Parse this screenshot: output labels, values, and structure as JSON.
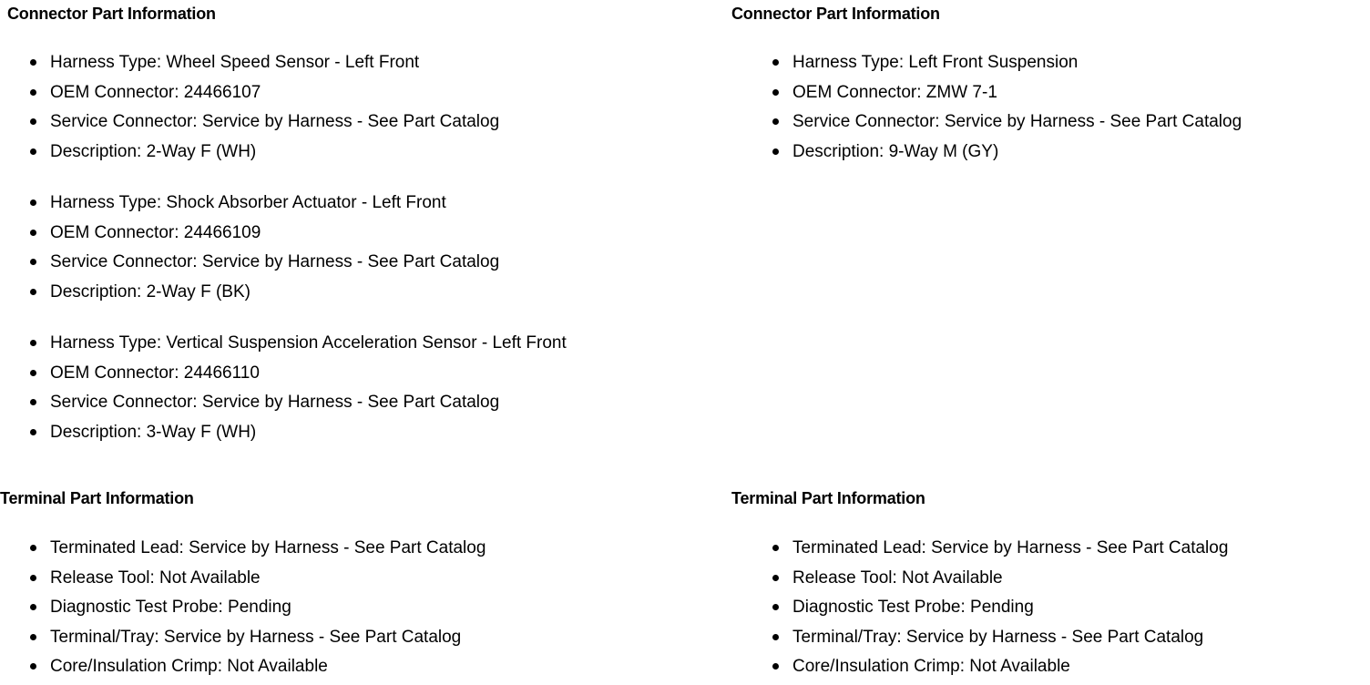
{
  "columns": [
    {
      "id": "left",
      "connector_section": {
        "heading": "Connector Part Information",
        "groups": [
          {
            "items": [
              "Harness Type: Wheel Speed Sensor - Left Front",
              "OEM Connector: 24466107",
              "Service Connector: Service by Harness - See Part Catalog",
              "Description: 2-Way F (WH)"
            ]
          },
          {
            "items": [
              "Harness Type: Shock Absorber Actuator - Left Front",
              "OEM Connector: 24466109",
              "Service Connector: Service by Harness - See Part Catalog",
              "Description: 2-Way F (BK)"
            ]
          },
          {
            "items": [
              "Harness Type: Vertical Suspension Acceleration Sensor - Left Front",
              "OEM Connector: 24466110",
              "Service Connector: Service by Harness - See Part Catalog",
              "Description: 3-Way F (WH)"
            ]
          }
        ]
      },
      "terminal_section": {
        "heading": "Terminal Part Information",
        "groups": [
          {
            "items": [
              "Terminated Lead: Service by Harness - See Part Catalog",
              "Release Tool: Not Available",
              "Diagnostic Test Probe: Pending",
              "Terminal/Tray: Service by Harness - See Part Catalog",
              "Core/Insulation Crimp: Not Available"
            ]
          }
        ]
      }
    },
    {
      "id": "right",
      "connector_section": {
        "heading": "Connector Part Information",
        "groups": [
          {
            "items": [
              "Harness Type: Left Front Suspension",
              "OEM Connector: ZMW 7-1",
              "Service Connector: Service by Harness - See Part Catalog",
              "Description: 9-Way M (GY)"
            ]
          }
        ]
      },
      "terminal_section": {
        "heading": "Terminal Part Information",
        "groups": [
          {
            "items": [
              "Terminated Lead: Service by Harness - See Part Catalog",
              "Release Tool: Not Available",
              "Diagnostic Test Probe: Pending",
              "Terminal/Tray: Service by Harness - See Part Catalog",
              "Core/Insulation Crimp: Not Available"
            ]
          }
        ]
      }
    }
  ],
  "colors": {
    "text": "#000000",
    "background": "#ffffff"
  }
}
